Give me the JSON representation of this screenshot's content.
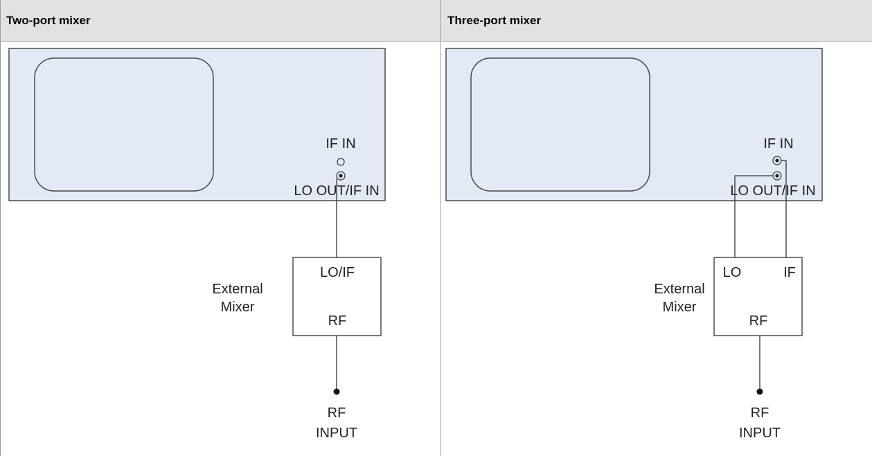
{
  "headers": {
    "left": "Two-port mixer",
    "right": "Three-port mixer"
  },
  "two_port": {
    "if_in_label": "IF IN",
    "lo_out_label": "LO OUT/IF IN",
    "mixer_port_top": "LO/IF",
    "mixer_port_bottom": "RF",
    "mixer_name_line1": "External",
    "mixer_name_line2": "Mixer",
    "rf_input_line1": "RF",
    "rf_input_line2": "INPUT"
  },
  "three_port": {
    "if_in_label": "IF IN",
    "lo_out_label": "LO OUT/IF IN",
    "mixer_port_lo": "LO",
    "mixer_port_if": "IF",
    "mixer_port_bottom": "RF",
    "mixer_name_line1": "External",
    "mixer_name_line2": "Mixer",
    "rf_input_line1": "RF",
    "rf_input_line2": "INPUT"
  },
  "colors": {
    "panel_fill": "#e4e9f6",
    "panel_stroke": "#4a4a4a",
    "header_bg": "#e2e2e2",
    "grid_line": "#9a9a9a"
  }
}
